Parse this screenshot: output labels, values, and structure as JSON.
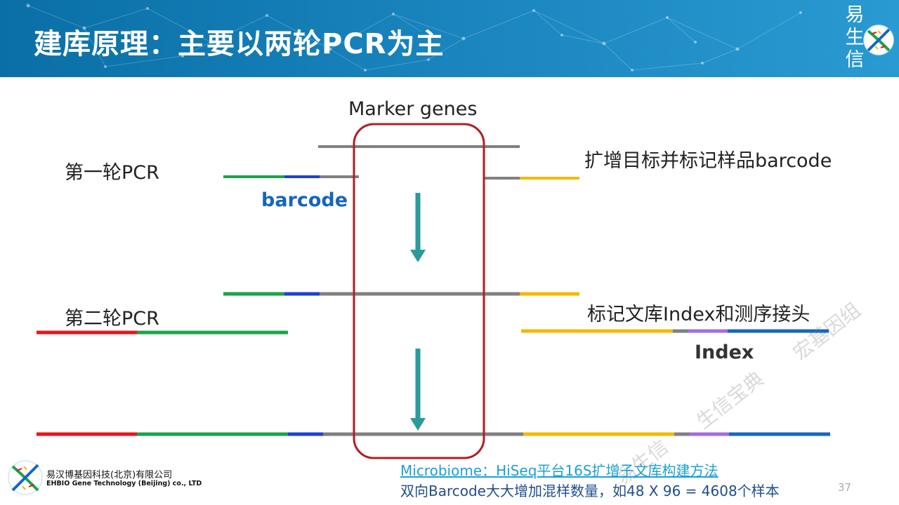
{
  "header": {
    "title": "建库原理：主要以两轮PCR为主",
    "brand": [
      "易",
      "生",
      "信"
    ]
  },
  "diagram": {
    "marker_label": "Marker genes",
    "round1_label": "第一轮PCR",
    "round2_label": "第二轮PCR",
    "round1_desc": "扩增目标并标记样品barcode",
    "round2_desc": "标记文库Index和测序接头",
    "barcode_label": "barcode",
    "index_label": "Index"
  },
  "footer": {
    "link_text": "Microbiome：HiSeq平台16S扩增子文库构建方法",
    "note": "双向Barcode大大增加混样数量，如48 X 96 = 4608个样本",
    "page_number": "37",
    "company_cn": "易汉博基因科技(北京)有限公司",
    "company_en": "EHBIO Gene Technology (Beijing) co., LTD"
  },
  "watermark": [
    "易生信",
    "生信宝典",
    "宏基因组"
  ],
  "colors": {
    "header_blue": "#1480b8",
    "green": "#1aa34a",
    "blue": "#1f3fd6",
    "gray": "#808080",
    "yellow": "#f5b800",
    "red": "#e8141c",
    "purple": "#a36de0",
    "seq_blue": "#1566c0",
    "arrow_teal": "#2b9a9a",
    "box_red": "#b01e23",
    "barcode_text": "#1566b8"
  }
}
